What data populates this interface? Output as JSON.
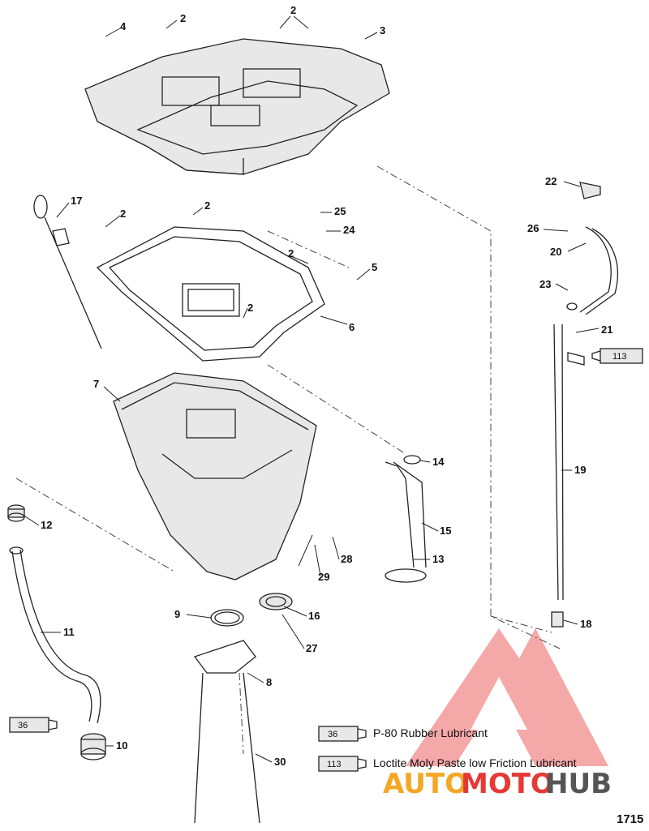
{
  "callouts": {
    "c2a": "2",
    "c2b": "2",
    "c3": "3",
    "c4": "4",
    "c2c": "2",
    "c2d": "2",
    "c2e": "2",
    "c2f": "2",
    "c5": "5",
    "c6": "6",
    "c7": "7",
    "c8": "8",
    "c9": "9",
    "c10": "10",
    "c11": "11",
    "c12": "12",
    "c13": "13",
    "c14": "14",
    "c15": "15",
    "c16": "16",
    "c17": "17",
    "c18": "18",
    "c19": "19",
    "c20": "20",
    "c21": "21",
    "c22": "22",
    "c23": "23",
    "c24": "24",
    "c25": "25",
    "c26": "26",
    "c27": "27",
    "c28": "28",
    "c29": "29",
    "c30": "30"
  },
  "tubes": {
    "lube36": "36",
    "lube113": "113"
  },
  "legend": {
    "item36_code": "36",
    "item36_label": "P-80 Rubber Lubricant",
    "item113_code": "113",
    "item113_label": "Loctite Moly Paste low Friction Lubricant"
  },
  "figure_number": "1715",
  "watermark": {
    "part1": "AUTO",
    "part2": "MOTO",
    "part3": "HUB",
    "colors": {
      "orange": "#f5a623",
      "red": "#e53935",
      "gray": "#555555"
    }
  }
}
